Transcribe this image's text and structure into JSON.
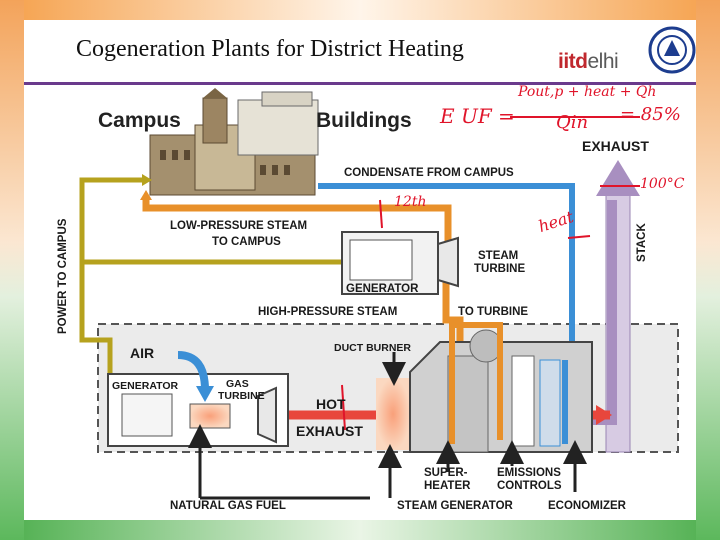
{
  "slide": {
    "title": "Cogeneration Plants for District Heating",
    "logo_main": "iitd",
    "logo_tail": "elhi"
  },
  "diagram": {
    "campus": "Campus",
    "buildings": "Buildings",
    "exhaust_top": "EXHAUST",
    "condensate": "CONDENSATE FROM CAMPUS",
    "low_pressure_1": "LOW-PRESSURE STEAM",
    "low_pressure_2": "TO CAMPUS",
    "steam_turbine_1": "STEAM",
    "steam_turbine_2": "TURBINE",
    "generator_top": "GENERATOR",
    "stack": "STACK",
    "power_to_campus": "POWER TO CAMPUS",
    "high_pressure": "HIGH-PRESSURE STEAM",
    "to_turbine": "TO TURBINE",
    "air": "AIR",
    "duct_burner": "DUCT BURNER",
    "generator_bottom": "GENERATOR",
    "gas_turbine_1": "GAS",
    "gas_turbine_2": "TURBINE",
    "hot": "HOT",
    "exhaust_bottom": "EXHAUST",
    "superheater_1": "SUPER-",
    "superheater_2": "HEATER",
    "emissions_1": "EMISSIONS",
    "emissions_2": "CONTROLS",
    "natural_gas": "NATURAL GAS FUEL",
    "steam_generator": "STEAM GENERATOR",
    "economizer": "ECONOMIZER"
  },
  "annotations": {
    "euf": "E UF =",
    "num": "Pout,p + heat + Qh",
    "den": "Qin",
    "eff": "= 85%",
    "temp": "100°C",
    "heat": "heat",
    "hot_mark": "12th"
  },
  "colors": {
    "steam_orange": "#e8902a",
    "water_blue": "#3b8fd6",
    "power_olive": "#b6a21e",
    "exhaust_purple": "#a88fc0",
    "hot_red": "#e8463c",
    "ink_red": "#e0142a",
    "stripe_orange": "#f08a24",
    "stripe_green": "#3fa83f"
  }
}
